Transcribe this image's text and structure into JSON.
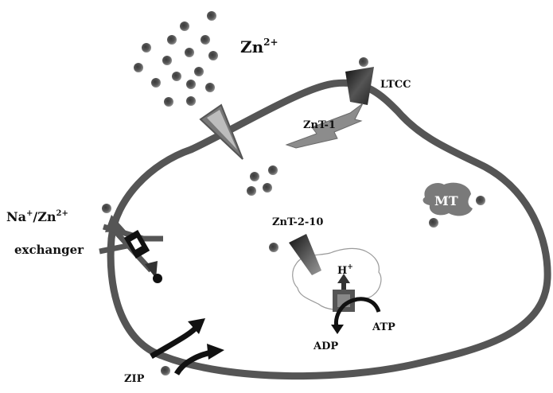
{
  "labels": {
    "zn_ion": "Zn",
    "zn_charge": "2+",
    "ltcc": "LTCC",
    "znt1": "ZnT-1",
    "exchanger_top_a": "Na",
    "exchanger_top_b": "+",
    "exchanger_top_c": "/Zn",
    "exchanger_top_d": "2+",
    "exchanger_bottom": "exchanger",
    "znt_2_10": "ZnT-2-10",
    "mt": "MT",
    "proton": "H",
    "proton_charge": "+",
    "atp": "ATP",
    "adp": "ADP",
    "zip": "ZIP"
  },
  "colors": {
    "membrane": "#555555",
    "ion_outer": "#6b6b6b",
    "ion_inner": "#333333",
    "mt_body": "#7a7a7a"
  }
}
